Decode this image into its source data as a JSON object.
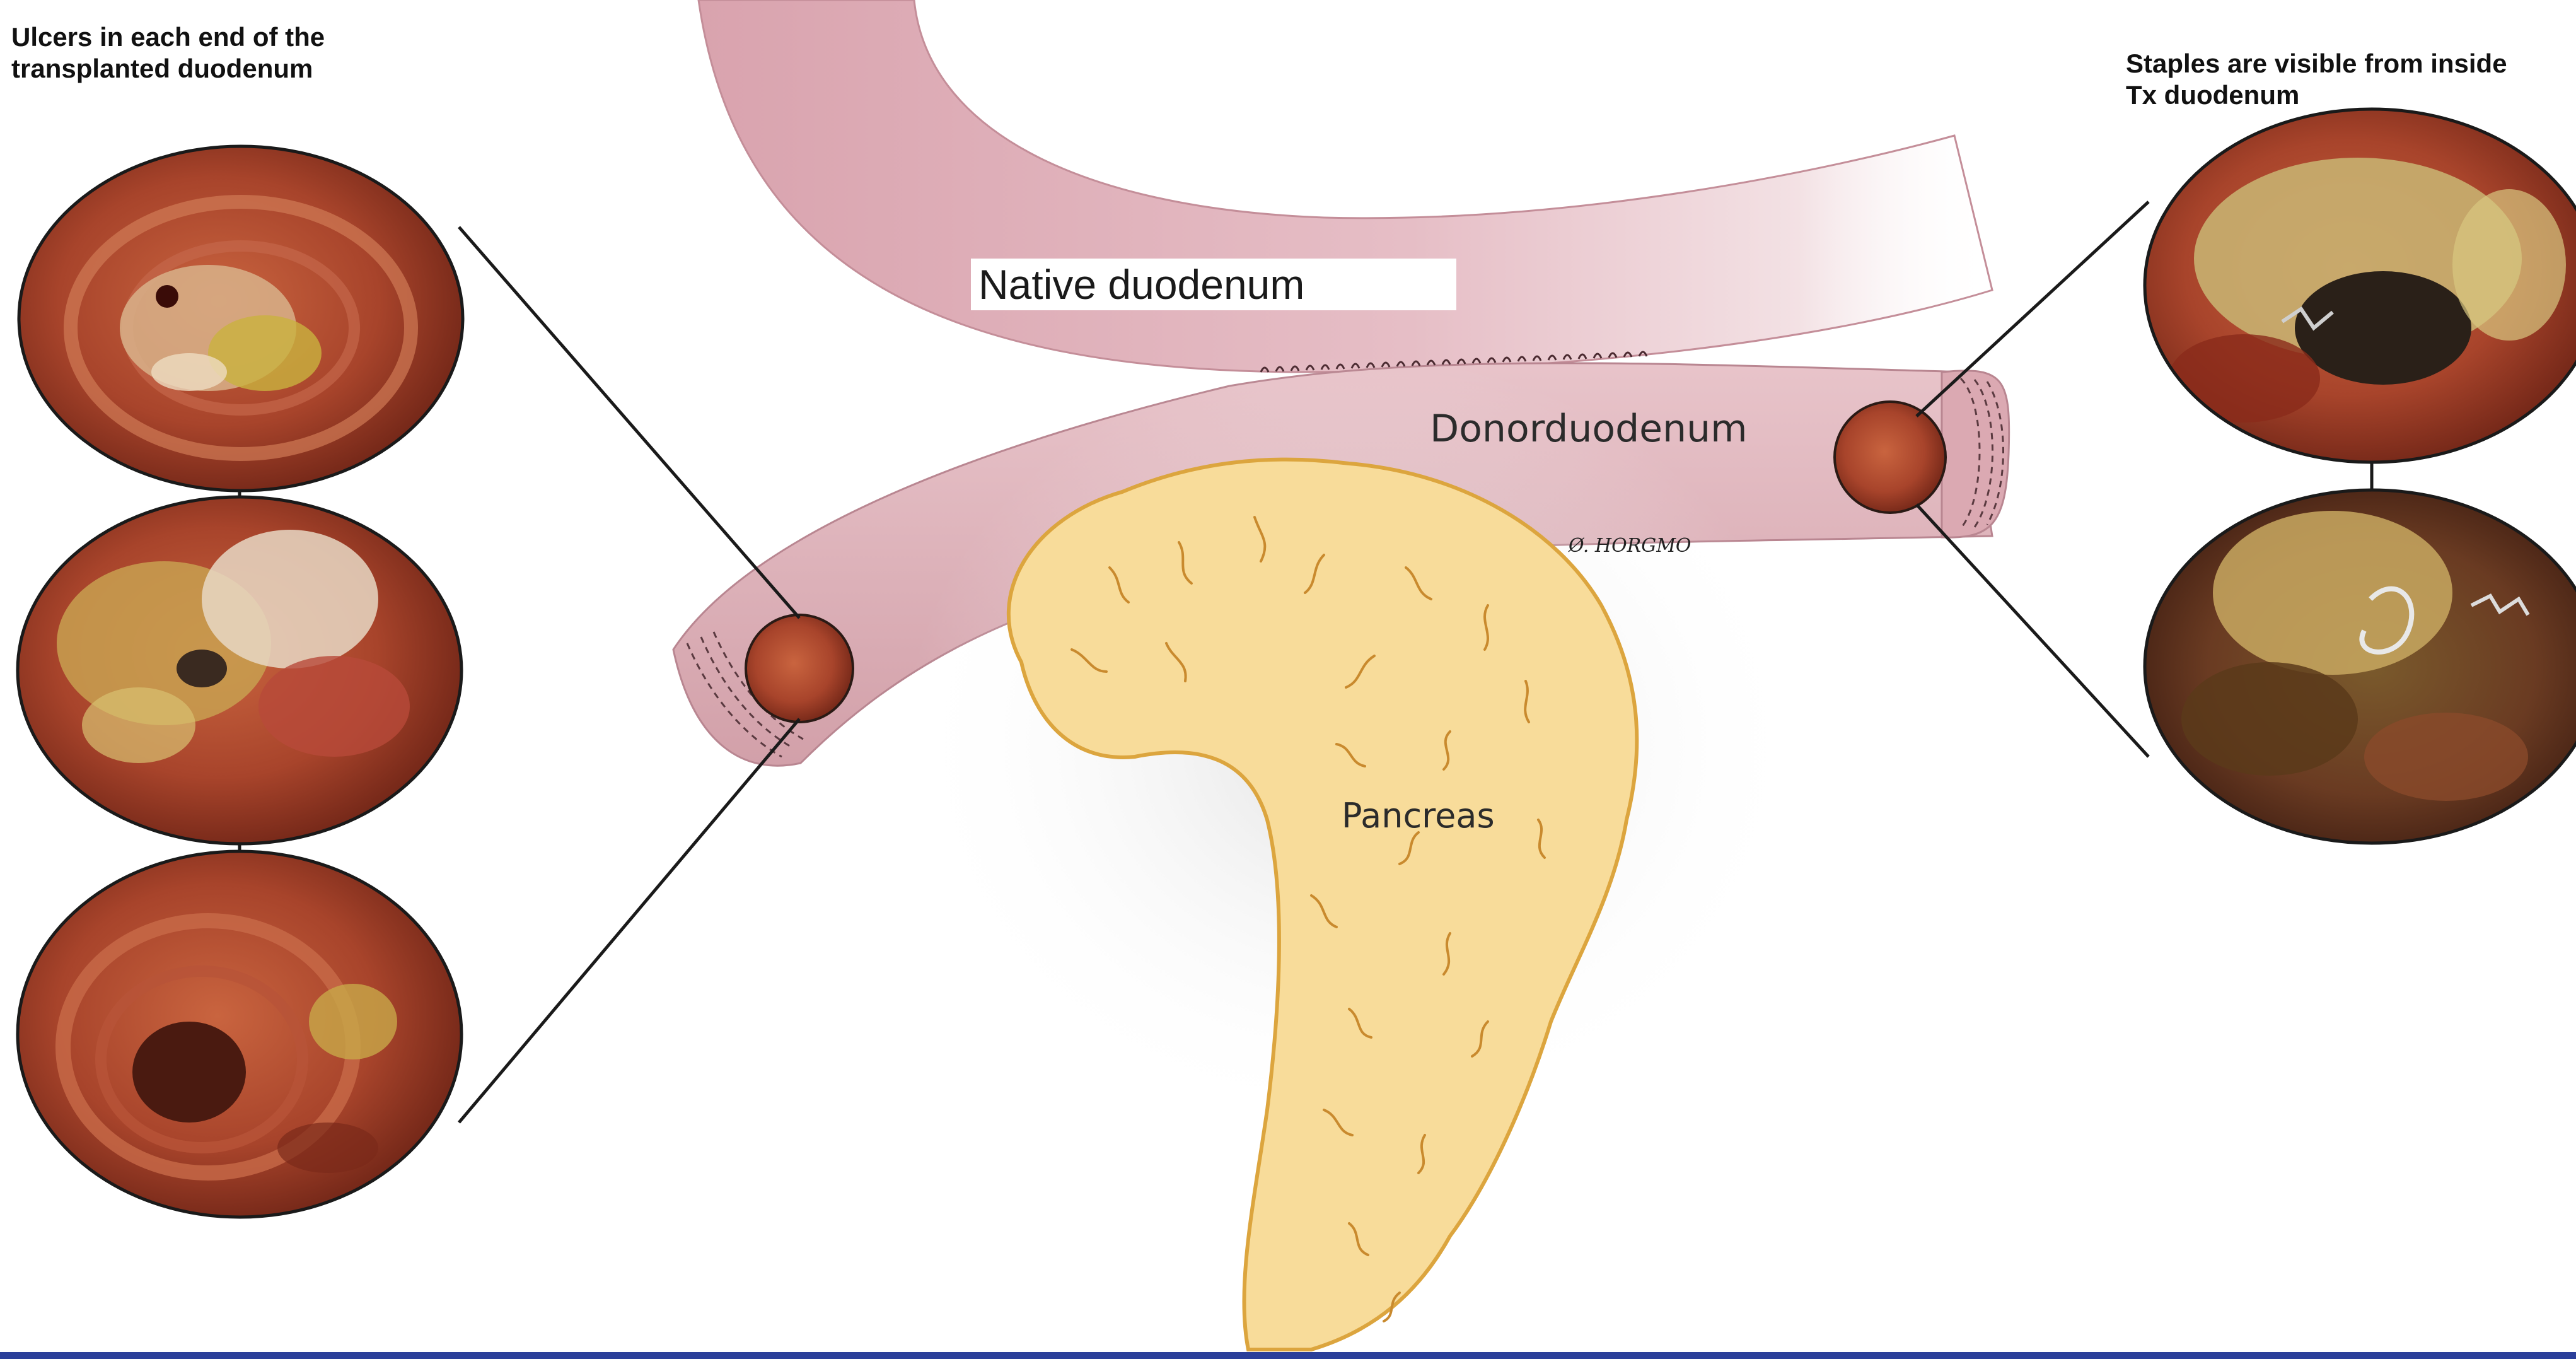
{
  "captions": {
    "left": [
      "Ulcers in each end of the",
      "transplanted duodenum"
    ],
    "right": [
      "Staples are visible from inside",
      "Tx duodenum"
    ]
  },
  "labels": {
    "native_duodenum": "Native duodenum",
    "donor_duodenum": "Donorduodenum",
    "pancreas": "Pancreas"
  },
  "signature": "Ø. HORGMO",
  "colors": {
    "native_duodenum": "#e2b4bd",
    "donor_duodenum": "#deb1b9",
    "pancreas": "#f8dc9a",
    "pancreas_outline": "#dca53e",
    "endoscopy_tissue": "#a9442b",
    "bottom_line": "#2b3f9a"
  },
  "endoscopy_views": {
    "left": [
      "ulcer-view-1",
      "ulcer-view-2",
      "ulcer-view-3"
    ],
    "right": [
      "staples-view-1",
      "staples-view-2"
    ]
  }
}
